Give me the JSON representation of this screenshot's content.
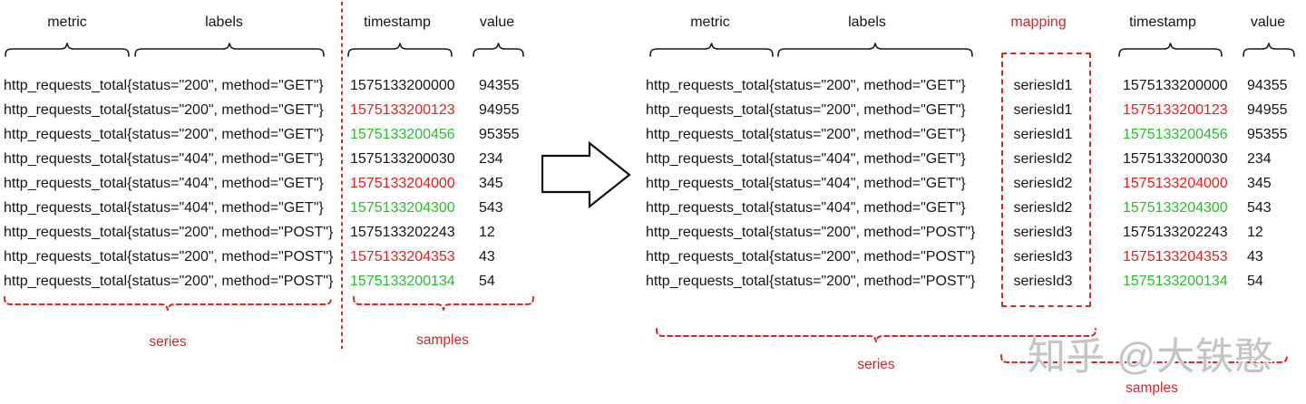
{
  "colors": {
    "diagram_red": "#cf2a27",
    "timestamp_red": "#e22420",
    "timestamp_green": "#2fba30",
    "text_black": "#161616",
    "watermark_gray": "#c4c4c4"
  },
  "left_table": {
    "headers": {
      "metric": "metric",
      "labels": "labels",
      "timestamp": "timestamp",
      "value": "value"
    },
    "series_label": "series",
    "samples_label": "samples"
  },
  "right_table": {
    "headers": {
      "metric": "metric",
      "labels": "labels",
      "mapping": "mapping",
      "timestamp": "timestamp",
      "value": "value"
    },
    "series_label": "series",
    "samples_label": "samples"
  },
  "rows": [
    {
      "metric": "http_requests_total{status=\"200\", method=\"GET\"}",
      "mapping": "seriesId1",
      "timestamp": "1575133200000",
      "value": "94355",
      "ts_color": "black"
    },
    {
      "metric": "http_requests_total{status=\"200\", method=\"GET\"}",
      "mapping": "seriesId1",
      "timestamp": "1575133200123",
      "value": "94955",
      "ts_color": "red"
    },
    {
      "metric": "http_requests_total{status=\"200\", method=\"GET\"}",
      "mapping": "seriesId1",
      "timestamp": "1575133200456",
      "value": "95355",
      "ts_color": "green"
    },
    {
      "metric": "http_requests_total{status=\"404\", method=\"GET\"}",
      "mapping": "seriesId2",
      "timestamp": "1575133200030",
      "value": "234",
      "ts_color": "black"
    },
    {
      "metric": "http_requests_total{status=\"404\", method=\"GET\"}",
      "mapping": "seriesId2",
      "timestamp": "1575133204000",
      "value": "345",
      "ts_color": "red"
    },
    {
      "metric": "http_requests_total{status=\"404\", method=\"GET\"}",
      "mapping": "seriesId2",
      "timestamp": "1575133204300",
      "value": "543",
      "ts_color": "green"
    },
    {
      "metric": "http_requests_total{status=\"200\", method=\"POST\"}",
      "mapping": "seriesId3",
      "timestamp": "1575133202243",
      "value": "12",
      "ts_color": "black"
    },
    {
      "metric": "http_requests_total{status=\"200\", method=\"POST\"}",
      "mapping": "seriesId3",
      "timestamp": "1575133204353",
      "value": "43",
      "ts_color": "red"
    },
    {
      "metric": "http_requests_total{status=\"200\", method=\"POST\"}",
      "mapping": "seriesId3",
      "timestamp": "1575133200134",
      "value": "54",
      "ts_color": "green"
    }
  ],
  "watermark": "知乎 @大铁憨"
}
